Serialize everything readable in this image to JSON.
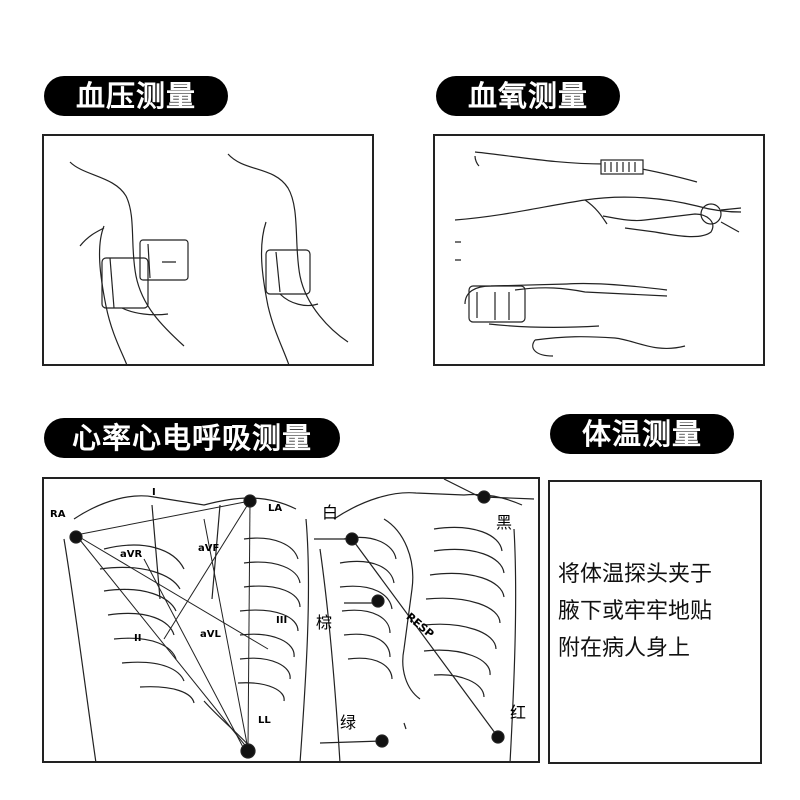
{
  "sections": {
    "blood_pressure": {
      "title": "血压测量"
    },
    "blood_oxygen": {
      "title": "血氧测量"
    },
    "ecg_resp": {
      "title": "心率心电呼吸测量",
      "labels": {
        "ra": "RA",
        "la": "LA",
        "ll": "LL",
        "avr": "aVR",
        "avf": "aVF",
        "avl": "aVL",
        "lead_i": "I",
        "lead_ii": "II",
        "lead_iii": "III",
        "resp": "RESP",
        "white": "白",
        "black": "黑",
        "brown": "棕",
        "green": "绿",
        "red": "红"
      }
    },
    "temperature": {
      "title": "体温测量",
      "lines": [
        "将体温探头夹于",
        "腋下或牢牢地贴",
        "附在病人身上"
      ]
    }
  }
}
